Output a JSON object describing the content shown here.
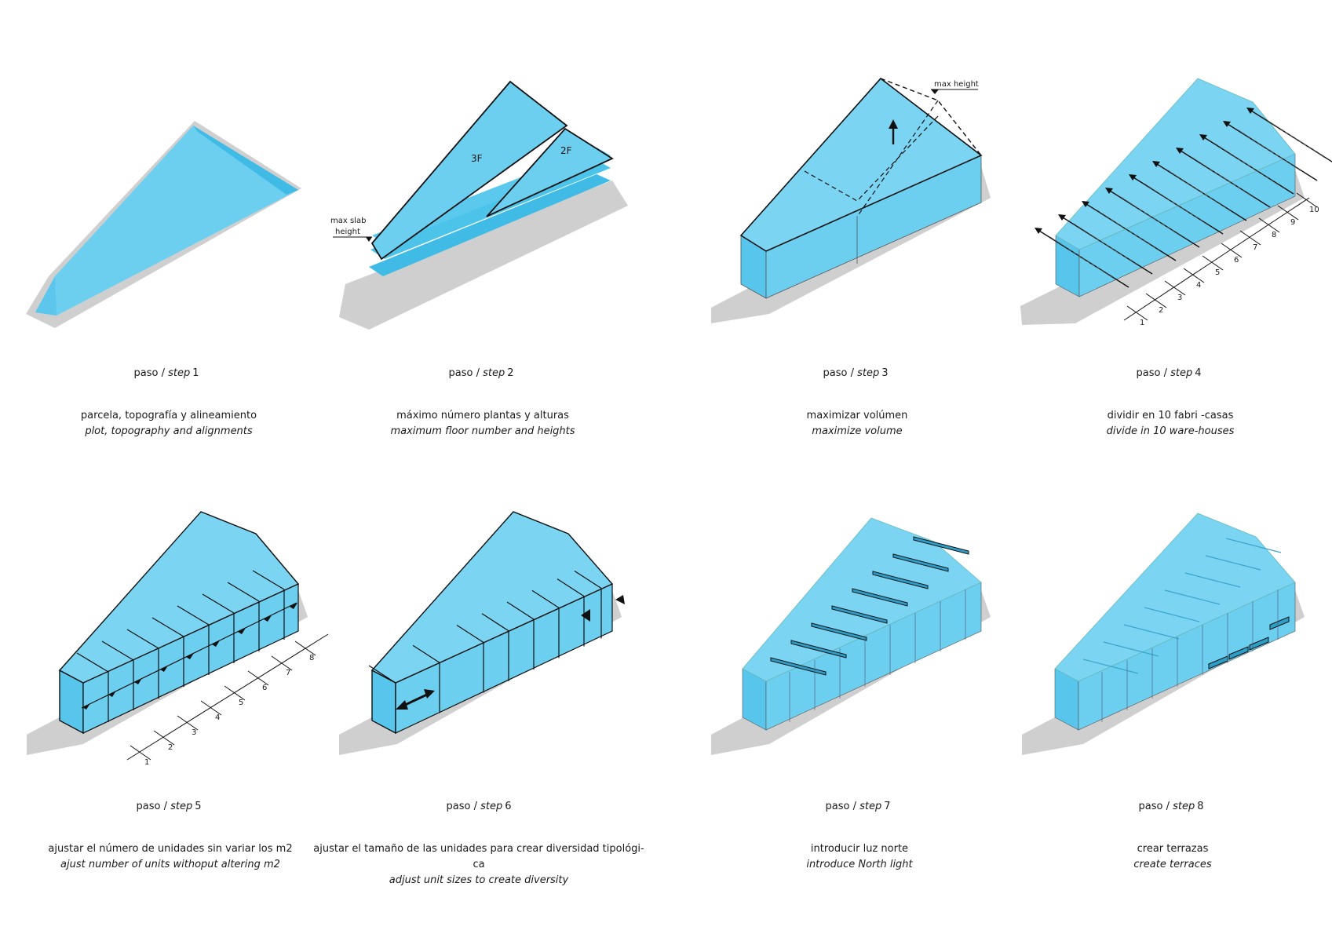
{
  "panels": [
    {
      "step_prefix": "paso / ",
      "step_word": "step",
      "step_num": "1",
      "es": "parcela, topografía y alineamiento",
      "en": "plot, topography and alignments"
    },
    {
      "step_prefix": "paso / ",
      "step_word": "step",
      "step_num": "2",
      "es": "máximo número plantas y alturas",
      "en": "maximum floor number and heights",
      "labels": {
        "slab": "max slab",
        "slab2": "height",
        "f3": "3F",
        "f2": "2F"
      }
    },
    {
      "step_prefix": "paso / ",
      "step_word": "step",
      "step_num": "3",
      "es": "maximizar volúmen",
      "en": "maximize volume",
      "labels": {
        "height": "max height"
      }
    },
    {
      "step_prefix": "paso / ",
      "step_word": "step",
      "step_num": "4",
      "es": "dividir en 10 fabri -casas",
      "en": "divide in 10  ware-houses",
      "ticks": [
        "1",
        "2",
        "3",
        "4",
        "5",
        "6",
        "7",
        "8",
        "9",
        "10"
      ]
    },
    {
      "step_prefix": "paso / ",
      "step_word": "step",
      "step_num": "5",
      "es": "ajustar el número de unidades sin variar los m2",
      "en": "ajust  number of units withoput altering m2",
      "ticks": [
        "1",
        "2",
        "3",
        "4",
        "5",
        "6",
        "7",
        "8"
      ]
    },
    {
      "step_prefix": "paso / ",
      "step_word": "step",
      "step_num": "6",
      "es": "ajustar el tamaño de las unidades para crear diversidad tipológi- ca",
      "en": "adjust  unit sizes to create diversity"
    },
    {
      "step_prefix": "paso / ",
      "step_word": "step",
      "step_num": "7",
      "es": "introducir luz norte",
      "en": "introduce North light"
    },
    {
      "step_prefix": "paso / ",
      "step_word": "step",
      "step_num": "8",
      "es": "crear terrazas",
      "en": "create terraces"
    }
  ],
  "colors": {
    "cyan": "#6ccff0",
    "cyan_dark": "#3fbbe6",
    "shadow": "#cfcfcf",
    "line": "#111111"
  }
}
